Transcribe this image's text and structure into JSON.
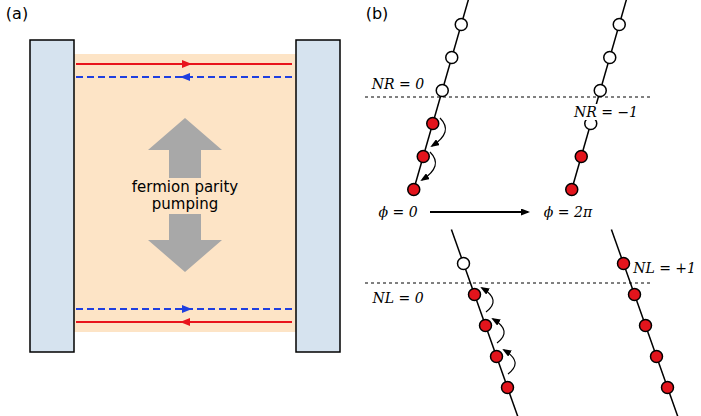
{
  "diagram": {
    "labels": [
      "(a)",
      "(b)",
      "fermion parity pumping",
      "NR = 0",
      "NR = −1",
      "ϕ = 0",
      "ϕ = 2π",
      "NL = 0",
      "NL = +1"
    ]
  }
}
